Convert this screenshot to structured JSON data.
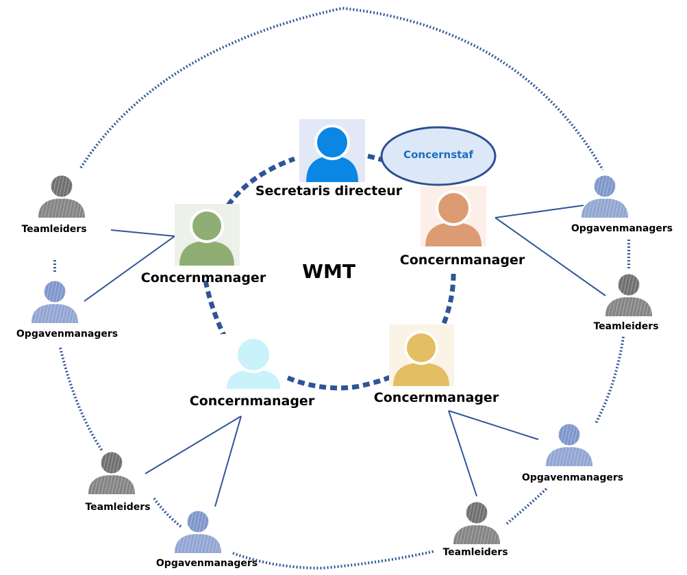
{
  "center": {
    "label": "WMT"
  },
  "secretaris": {
    "label": "Secretaris directeur",
    "color": "#0a86e4",
    "bg": "#e3e8f7"
  },
  "concernstaf": {
    "label": "Concernstaf",
    "fill": "#dce7f7",
    "stroke": "#2c4f8f"
  },
  "concernmanagers": [
    {
      "label": "Concernmanager",
      "color": "#8fae73",
      "bg": "#eef0ea"
    },
    {
      "label": "Concernmanager",
      "color": "#dc9b72",
      "bg": "#fbefe8"
    },
    {
      "label": "Concernmanager",
      "color": "#c9f2fb",
      "bg": "#ffffff"
    },
    {
      "label": "Concernmanager",
      "color": "#e3be62",
      "bg": "#faf4e6"
    }
  ],
  "outer_people": [
    {
      "label": "Teamleiders",
      "type": "teamleider"
    },
    {
      "label": "Opgavenmanagers",
      "type": "opgavenmanager"
    },
    {
      "label": "Opgavenmanagers",
      "type": "opgavenmanager"
    },
    {
      "label": "Teamleiders",
      "type": "teamleider"
    },
    {
      "label": "Teamleiders",
      "type": "teamleider"
    },
    {
      "label": "Opgavenmanagers",
      "type": "opgavenmanager"
    },
    {
      "label": "Opgavenmanagers",
      "type": "opgavenmanager"
    },
    {
      "label": "Teamleiders",
      "type": "teamleider"
    }
  ],
  "colors": {
    "ring": "#2f5597",
    "line": "#2f5597",
    "teamleider": "#707070",
    "opgavenmanager": "#7f97cb"
  }
}
